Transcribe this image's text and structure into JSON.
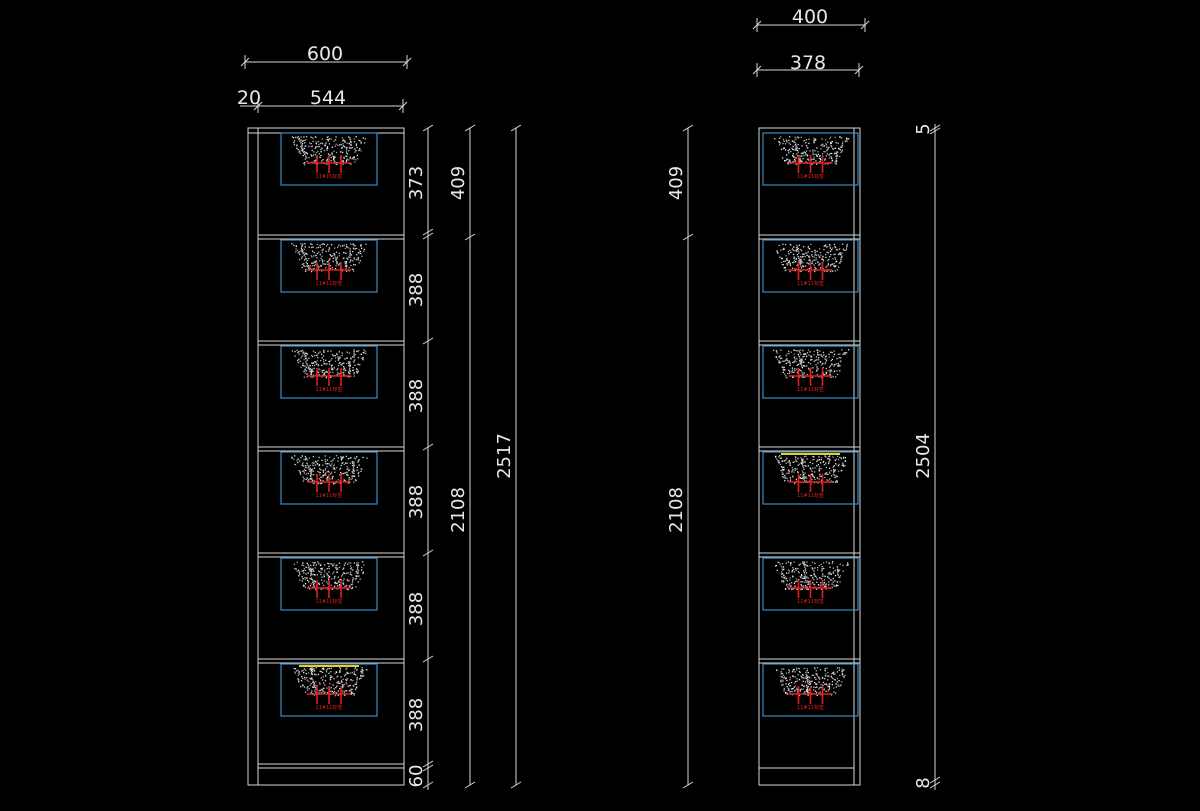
{
  "colors": {
    "background": "#000000",
    "line": "#d8d8d8",
    "display": "#3a8cc8",
    "marker": "#e02020",
    "lamp": "#e8d020"
  },
  "front": {
    "width_overall": "600",
    "panel_thickness": "20",
    "inner_width": "544",
    "section_heights": [
      "373",
      "388",
      "388",
      "388",
      "388",
      "388",
      "60"
    ],
    "top_section": "409",
    "inner_height": "2108",
    "total_height": "2517"
  },
  "side": {
    "width_overall": "400",
    "inner_width": "378",
    "top_section": "409",
    "inner_height": "2108",
    "total_height": "2504",
    "top_gap": "5",
    "bottom_gap": "8"
  },
  "shelf_label": "11#11标签"
}
